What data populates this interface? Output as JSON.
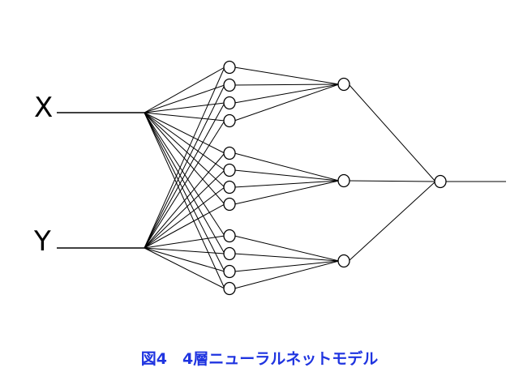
{
  "diagram": {
    "inputs": [
      {
        "label": "X"
      },
      {
        "label": "Y"
      }
    ],
    "hidden_layer_1": {
      "node_count": 12,
      "groups": 3,
      "nodes_per_group": 4
    },
    "hidden_layer_2": {
      "node_count": 3
    },
    "output_layer": {
      "node_count": 1
    },
    "edge_color": "#000000",
    "node_stroke": "#000000",
    "node_fill": "#ffffff"
  },
  "caption": {
    "text": "図4　4層ニューラルネットモデル",
    "color": "#1f34e0"
  }
}
